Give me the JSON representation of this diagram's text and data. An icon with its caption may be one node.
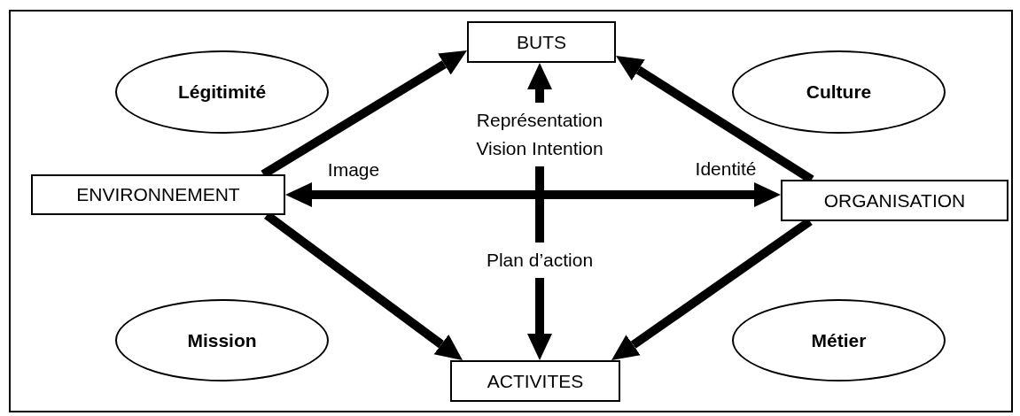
{
  "diagram": {
    "nodes": [
      {
        "text": [
          "BUTS"
        ]
      },
      {
        "text": [
          "Légitimité"
        ]
      },
      {
        "text": [
          "Culture"
        ]
      },
      {
        "text": [
          "ENVIRONNEMENT"
        ]
      },
      {
        "text": [
          "ORGANISATION"
        ]
      },
      {
        "text": [
          "Mission"
        ]
      },
      {
        "text": [
          "Métier"
        ]
      },
      {
        "text": [
          "ACTIVITES"
        ]
      }
    ],
    "edges": [
      {
        "from": null,
        "to": 0,
        "arrow": "to",
        "label": "Représentation Vision Intention"
      },
      {
        "from": 3,
        "to": 0,
        "arrow": "to"
      },
      {
        "from": 4,
        "to": 0,
        "arrow": "to"
      },
      {
        "from": 3,
        "to": 4,
        "arrow": "both"
      },
      {
        "from": null,
        "to": 7,
        "arrow": "to",
        "label": "Plan d’action"
      },
      {
        "from": 3,
        "to": 7,
        "arrow": "to"
      },
      {
        "from": 4,
        "to": 7,
        "arrow": "to"
      }
    ],
    "labels": [
      "Image",
      "Identité"
    ]
  }
}
